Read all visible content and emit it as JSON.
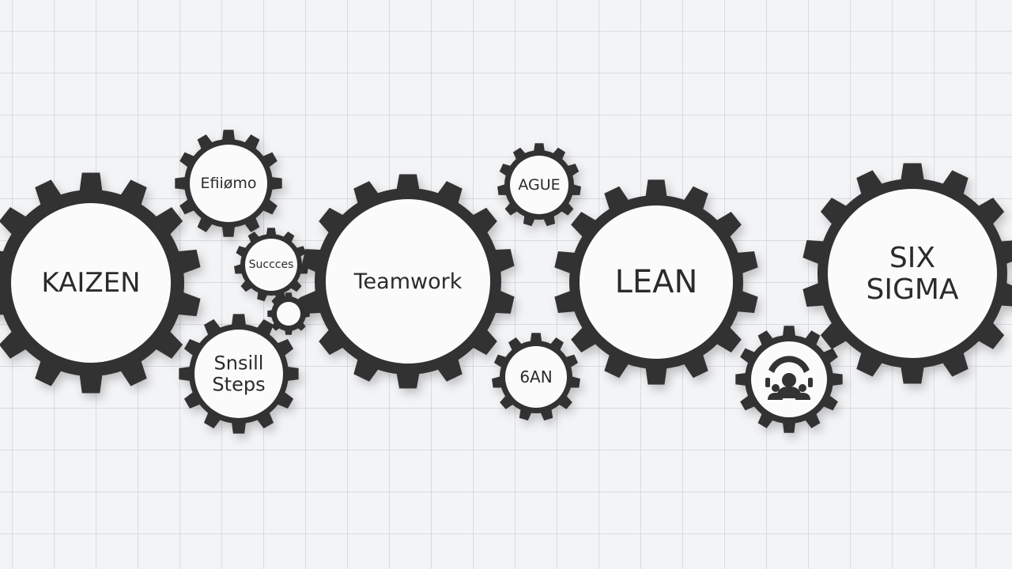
{
  "diagram": {
    "colors": {
      "gear": "#333333",
      "face": "#fbfbfb",
      "text": "#2b2b2b",
      "background": "#f3f4f6"
    },
    "gears": [
      {
        "id": "kaizen",
        "lines": [
          "KAIZEN"
        ]
      },
      {
        "id": "efficiency",
        "lines": [
          "Efiiømo"
        ]
      },
      {
        "id": "success",
        "lines": [
          "Succces"
        ]
      },
      {
        "id": "tiny",
        "lines": []
      },
      {
        "id": "small-steps",
        "lines": [
          "Snsill",
          "Steps"
        ]
      },
      {
        "id": "teamwork",
        "lines": [
          "Teamwork"
        ]
      },
      {
        "id": "agile",
        "lines": [
          "AGUE"
        ]
      },
      {
        "id": "kan",
        "lines": [
          "6AN"
        ]
      },
      {
        "id": "lean",
        "lines": [
          "LEAN"
        ]
      },
      {
        "id": "team-icon",
        "lines": [],
        "icon": "team-icon"
      },
      {
        "id": "six-sigma",
        "lines": [
          "SIX",
          "SIGMA"
        ]
      }
    ]
  }
}
